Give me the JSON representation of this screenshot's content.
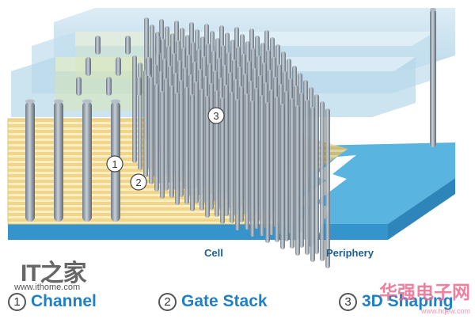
{
  "diagram": {
    "region_labels": {
      "cell": "Cell",
      "periphery": "Periphery"
    },
    "callouts": [
      {
        "num": "1"
      },
      {
        "num": "2"
      },
      {
        "num": "3"
      }
    ],
    "colors": {
      "substrate_top": "#5ab4e0",
      "substrate_front": "#3594cc",
      "gate_stack": "#f3d98d",
      "gate_stripe": "#fbf1c8",
      "channel": "#8e9aa6",
      "box_fill": "#bcd9ea",
      "label_blue": "#1d5f93",
      "legend_blue": "#1f80c7"
    }
  },
  "legend": [
    {
      "num": "1",
      "text": "Channel"
    },
    {
      "num": "2",
      "text": "Gate Stack"
    },
    {
      "num": "3",
      "text": "3D Shaping"
    }
  ],
  "watermarks": {
    "it_logo": "IT之家",
    "it_url": "www.ithome.com",
    "cn_logo": "华强电子网",
    "cn_url": "www.hqew.com"
  }
}
